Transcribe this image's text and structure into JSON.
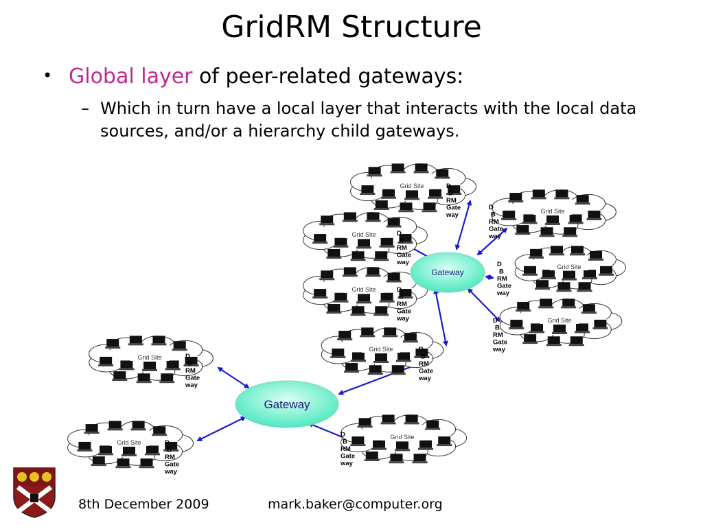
{
  "slide": {
    "title": "GridRM Structure",
    "bullet1_highlight": "Global layer",
    "bullet1_rest": " of peer-related gateways:",
    "bullet2": "Which in turn have a local layer that interacts with the local data sources, and/or a hierarchy child gateways."
  },
  "diagram": {
    "main_gateway_label": "Gateway",
    "upper_gateway_label": "Gateway",
    "cloud_label": "Grid Site",
    "driver_label": "D",
    "bd_label": "B",
    "rm_label": "RM",
    "gate_label": "Gate",
    "way_label": "way",
    "colors": {
      "gateway_fill": "#5ff0c8",
      "arrow": "#1a1ad0",
      "cloud_outline": "#333333",
      "computer": "#111111"
    }
  },
  "footer": {
    "date": "8th December 2009",
    "email": "mark.baker@computer.org"
  },
  "logo": {
    "icon": "university-crest-icon"
  }
}
